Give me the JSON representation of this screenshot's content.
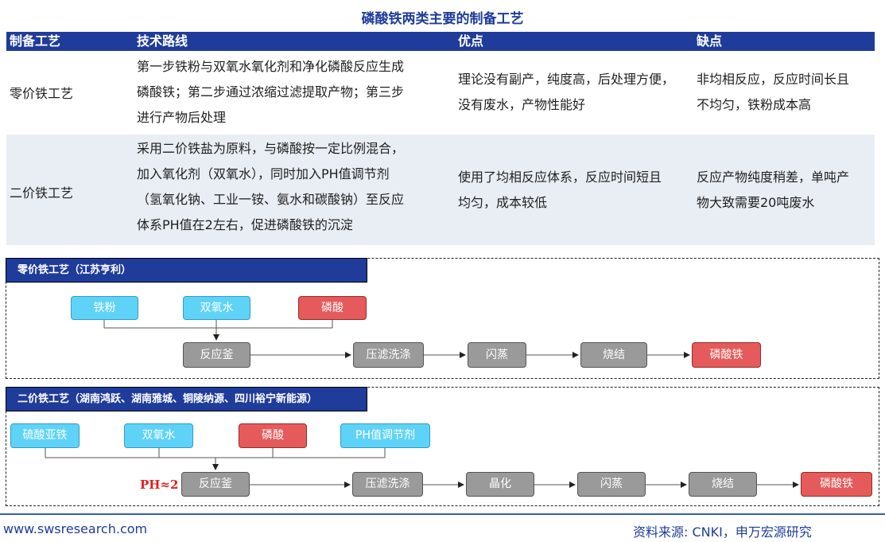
{
  "title": "磷酸铁两类主要的制备工艺",
  "table": {
    "headers": [
      "制备工艺",
      "技术路线",
      "优点",
      "缺点"
    ],
    "rows": [
      {
        "name": "零价铁工艺",
        "route": [
          "第一步铁粉与双氧水氧化剂和净化磷酸反应生成",
          "磷酸铁；第二步通过浓缩过滤提取产物；第三步",
          "进行产物后处理"
        ],
        "pros": [
          "理论没有副产，纯度高，后处理方便，",
          "没有废水，产物性能好"
        ],
        "cons": [
          "非均相反应，反应时间长且",
          "不均匀，铁粉成本高"
        ]
      },
      {
        "name": "二价铁工艺",
        "route": [
          "采用二价铁盐为原料，与磷酸按一定比例混合，",
          "加入氧化剂（双氧水），同时加入PH值调节剂",
          "（氢氧化钠、工业一铵、氨水和碳酸钠）至反应",
          "体系PH值在2左右，促进磷酸铁的沉淀"
        ],
        "pros": [
          "使用了均相反应体系，反应时间短且",
          "均匀，成本较低"
        ],
        "cons": [
          "反应产物纯度稍差，单吨产",
          "物大致需要20吨废水"
        ]
      }
    ]
  },
  "process1": {
    "title": "零价铁工艺（江苏亨利）",
    "inputs": [
      "铁粉",
      "双氧水",
      "磷酸"
    ],
    "steps": [
      "反应釜",
      "压滤洗涤",
      "闪蒸",
      "烧结",
      "磷酸铁"
    ]
  },
  "process2": {
    "title": "二价铁工艺（湖南鸿跃、湖南雅城、铜陵纳源、四川裕宁新能源）",
    "inputs": [
      "硫酸亚铁",
      "双氧水",
      "磷酸",
      "PH值调节剂"
    ],
    "ph_label": "PH≈2",
    "steps": [
      "反应釜",
      "压滤洗涤",
      "晶化",
      "闪蒸",
      "烧结",
      "磷酸铁"
    ]
  },
  "footer": {
    "website": "www.swsresearch.com",
    "source": "资料来源: CNKI，申万宏源研究"
  }
}
